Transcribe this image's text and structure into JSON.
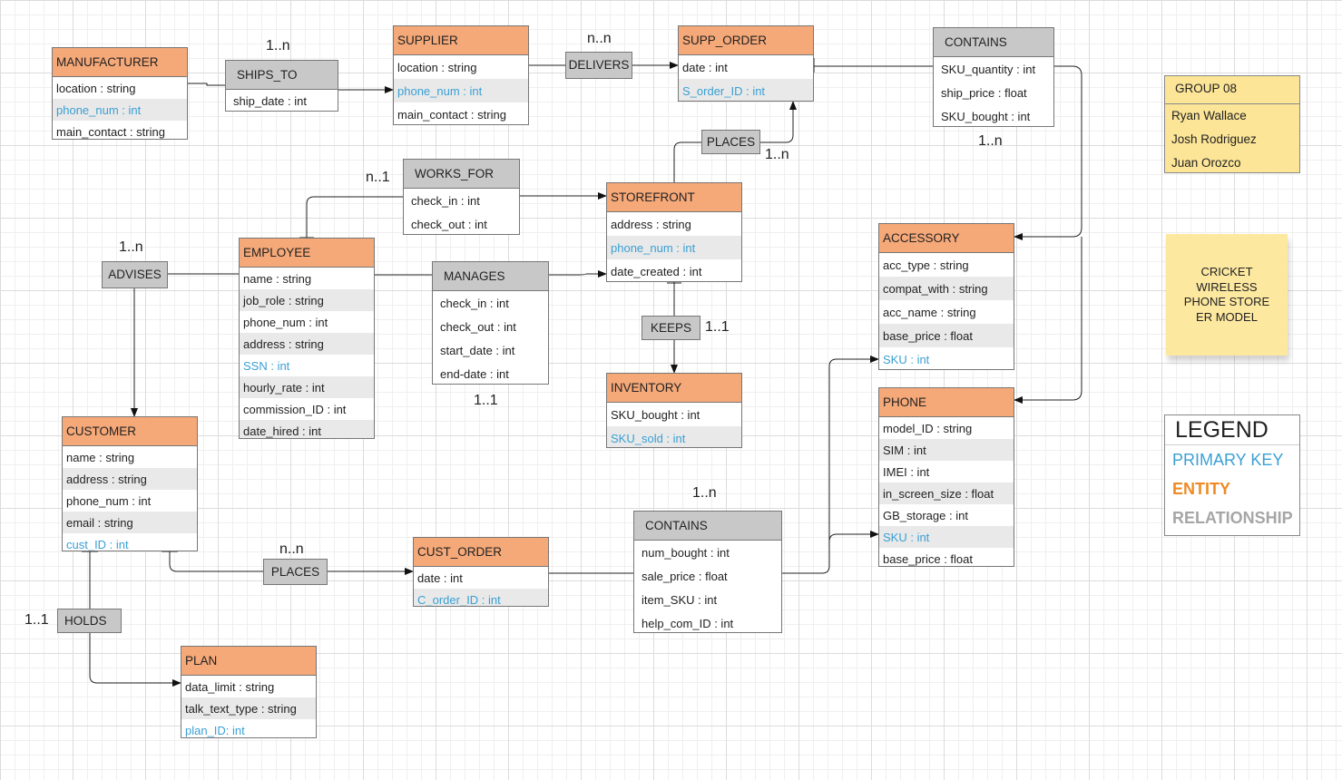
{
  "entities": {
    "manufacturer": {
      "title": "MANUFACTURER",
      "rows": [
        {
          "text": "location : string",
          "pk": false
        },
        {
          "text": "phone_num : int",
          "pk": true
        },
        {
          "text": "main_contact : string",
          "pk": false
        }
      ]
    },
    "supplier": {
      "title": "SUPPLIER",
      "rows": [
        {
          "text": "location : string",
          "pk": false
        },
        {
          "text": "phone_num : int",
          "pk": true
        },
        {
          "text": "main_contact : string",
          "pk": false
        }
      ]
    },
    "supp_order": {
      "title": "SUPP_ORDER",
      "rows": [
        {
          "text": "date : int",
          "pk": false
        },
        {
          "text": "S_order_ID : int",
          "pk": true
        }
      ]
    },
    "storefront": {
      "title": "STOREFRONT",
      "rows": [
        {
          "text": "address : string",
          "pk": false
        },
        {
          "text": "phone_num : int",
          "pk": true
        },
        {
          "text": "date_created : int",
          "pk": false
        }
      ]
    },
    "employee": {
      "title": "EMPLOYEE",
      "rows": [
        {
          "text": "name : string",
          "pk": false
        },
        {
          "text": "job_role : string",
          "pk": false
        },
        {
          "text": "phone_num : int",
          "pk": false
        },
        {
          "text": "address : string",
          "pk": false
        },
        {
          "text": "SSN : int",
          "pk": true
        },
        {
          "text": "hourly_rate : int",
          "pk": false
        },
        {
          "text": "commission_ID : int",
          "pk": false
        },
        {
          "text": "date_hired : int",
          "pk": false
        }
      ]
    },
    "inventory": {
      "title": "INVENTORY",
      "rows": [
        {
          "text": "SKU_bought : int",
          "pk": false
        },
        {
          "text": "SKU_sold : int",
          "pk": true
        }
      ]
    },
    "accessory": {
      "title": "ACCESSORY",
      "rows": [
        {
          "text": "acc_type : string",
          "pk": false
        },
        {
          "text": "compat_with : string",
          "pk": false
        },
        {
          "text": "acc_name :  string",
          "pk": false
        },
        {
          "text": "base_price : float",
          "pk": false
        },
        {
          "text": "SKU : int",
          "pk": true
        }
      ]
    },
    "phone": {
      "title": "PHONE",
      "rows": [
        {
          "text": "model_ID : string",
          "pk": false
        },
        {
          "text": "SIM : int",
          "pk": false
        },
        {
          "text": "IMEI : int",
          "pk": false
        },
        {
          "text": "in_screen_size : float",
          "pk": false
        },
        {
          "text": "GB_storage : int",
          "pk": false
        },
        {
          "text": "SKU : int",
          "pk": true
        },
        {
          "text": "base_price : float",
          "pk": false
        }
      ]
    },
    "customer": {
      "title": "CUSTOMER",
      "rows": [
        {
          "text": "name : string",
          "pk": false
        },
        {
          "text": "address : string",
          "pk": false
        },
        {
          "text": "phone_num : int",
          "pk": false
        },
        {
          "text": "email : string",
          "pk": false
        },
        {
          "text": "cust_ID : int",
          "pk": true
        }
      ]
    },
    "cust_order": {
      "title": "CUST_ORDER",
      "rows": [
        {
          "text": "date : int",
          "pk": false
        },
        {
          "text": "C_order_ID : int",
          "pk": true
        }
      ]
    },
    "plan": {
      "title": "PLAN",
      "rows": [
        {
          "text": "data_limit : string",
          "pk": false
        },
        {
          "text": "talk_text_type : string",
          "pk": false
        },
        {
          "text": "plan_ID: int",
          "pk": true
        }
      ]
    }
  },
  "relationships": {
    "ships_to": {
      "title": "SHIPS_TO",
      "rows": [
        "ship_date : int"
      ]
    },
    "contains_top": {
      "title": "CONTAINS",
      "rows": [
        "SKU_quantity : int",
        "ship_price : float",
        "SKU_bought : int"
      ]
    },
    "works_for": {
      "title": "WORKS_FOR",
      "rows": [
        "check_in : int",
        "check_out : int"
      ]
    },
    "manages": {
      "title": "MANAGES",
      "rows": [
        "check_in : int",
        "check_out : int",
        "start_date : int",
        "end-date : int"
      ]
    },
    "contains_bottom": {
      "title": "CONTAINS",
      "rows": [
        "num_bought : int",
        "sale_price : float",
        "item_SKU : int",
        "help_com_ID : int"
      ]
    }
  },
  "relationship_labels": {
    "delivers": "DELIVERS",
    "places_top": "PLACES",
    "advises": "ADVISES",
    "keeps": "KEEPS",
    "places_bottom": "PLACES",
    "holds": "HOLDS"
  },
  "cardinalities": {
    "ships_to": "1..n",
    "delivers": "n..n",
    "places_top": "1..n",
    "contains_top": "1..n",
    "works_for": "n..1",
    "advises": "1..n",
    "keeps": "1..1",
    "manages": "1..1",
    "contains_bottom": "1..n",
    "places_bottom": "n..n",
    "holds": "1..1"
  },
  "group": {
    "title": "GROUP 08",
    "members": [
      "Ryan Wallace",
      "Josh Rodriguez",
      "Juan Orozco"
    ]
  },
  "sticky_note": {
    "line1": "CRICKET",
    "line2": "WIRELESS",
    "line3": "PHONE STORE",
    "line4": "ER MODEL"
  },
  "legend": {
    "title": "LEGEND",
    "items": [
      {
        "label": "PRIMARY KEY",
        "color": "#3aa0d5"
      },
      {
        "label": "ENTITY",
        "color": "#ef8a25"
      },
      {
        "label": "RELATIONSHIP",
        "color": "#a6a6a6"
      }
    ]
  },
  "colors": {
    "entity_header": "#f5a878",
    "relationship_header": "#c8c8c8",
    "primary_key_text": "#3aa0d5",
    "group_note": "#fce597"
  }
}
